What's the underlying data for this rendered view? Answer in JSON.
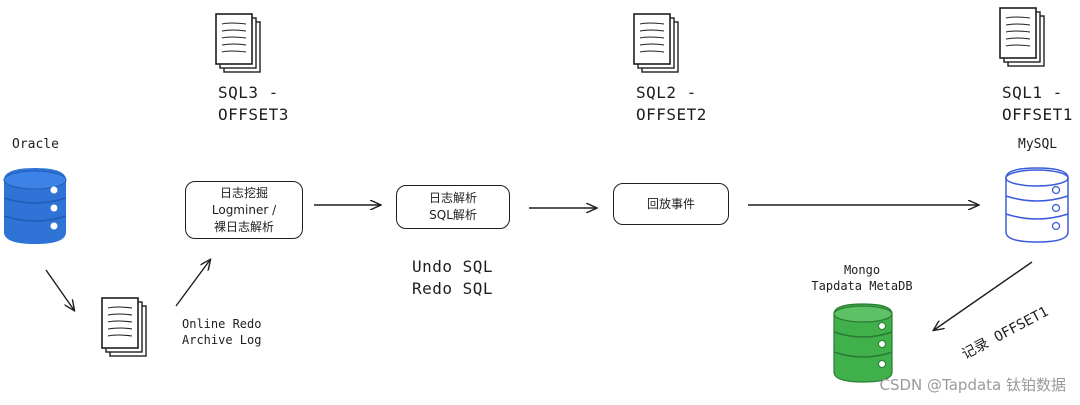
{
  "nodes": {
    "oracle": {
      "label": "Oracle"
    },
    "mysql": {
      "label": "MySQL"
    },
    "mongo": {
      "line1": "Mongo",
      "line2": "Tapdata MetaDB"
    },
    "logmining": {
      "line1": "日志挖掘",
      "line2": "Logminer /",
      "line3": "裸日志解析"
    },
    "logparse": {
      "line1": "日志解析",
      "line2": "SQL解析"
    },
    "replay": {
      "line1": "回放事件"
    },
    "online_redo": {
      "line1": "Online Redo",
      "line2": "Archive Log"
    },
    "undo_redo": {
      "line1": "Undo SQL",
      "line2": "Redo SQL"
    }
  },
  "documents": [
    {
      "line1": "SQL3 -",
      "line2": "OFFSET3"
    },
    {
      "line1": "SQL2 -",
      "line2": "OFFSET2"
    },
    {
      "line1": "SQL1 -",
      "line2": "OFFSET1"
    }
  ],
  "edges": {
    "record_offset": "记录 OFFSET1"
  },
  "colors": {
    "oracle_fill": "#2f73d6",
    "mysql_stroke": "#3b5bdb",
    "mongo_fill": "#40b04a",
    "stroke": "#1e1e1e"
  },
  "watermark": "CSDN @Tapdata 钛铂数据"
}
